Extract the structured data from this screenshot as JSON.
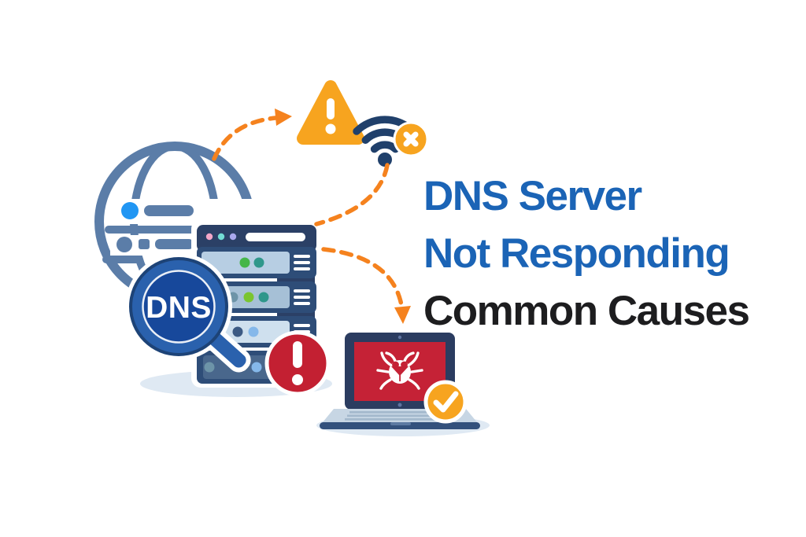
{
  "title": {
    "line1": "DNS Server",
    "line2": "Not Responding",
    "line3": "Common Causes"
  },
  "magnifier_label": "DNS",
  "icons": {
    "globe-icon": "internet globe with address list rows",
    "server-stack-icon": "4-bay DNS server rack with status dots and menu lines",
    "dns-magnifier-icon": "magnifying glass labeled DNS",
    "warning-triangle-icon": "orange triangle with exclamation mark",
    "wifi-error-icon": "wifi signal with orange x badge",
    "alert-circle-icon": "red circle with exclamation mark",
    "malware-laptop-icon": "laptop with red screen and white bug",
    "check-badge-icon": "orange circle with white checkmark",
    "dashed-arrow": "curved dashed orange connector"
  },
  "colors": {
    "bg": "#ffffff",
    "title_blue": "#1b64b6",
    "title_dark": "#1d1d1f",
    "steel": "#5b7da8",
    "globe_dot": "#2196f3",
    "navy": "#2e4d78",
    "navy_dark": "#2b4066",
    "panel": "#b7cee3",
    "panel2": "#a6c0d6",
    "panel3": "#cfe0ee",
    "panel4": "#49678c",
    "green": "#45b649",
    "green_bright": "#7ac52f",
    "teal": "#2f978b",
    "pink": "#f2a6c8",
    "cyan": "#72dcd4",
    "lavender": "#a9a9ef",
    "mag_ring": "#2a61ad",
    "mag_inner": "#17489b",
    "mag_rim": "#1d4377",
    "red": "#c32032",
    "screen_red": "#c52236",
    "orange": "#f7a41f",
    "arrow": "#f5821e",
    "wifi": "#20406b",
    "laptop_frame": "#2b3c60",
    "laptop_base": "#c7d6e4",
    "laptop_bar": "#33517c",
    "key": "#9db3c8",
    "shadow": "#dfe9f3",
    "dot_navy": "#3c5a84",
    "dot_light": "#85b8ea",
    "dot_muted": "#6d94a8",
    "white": "#ffffff"
  }
}
